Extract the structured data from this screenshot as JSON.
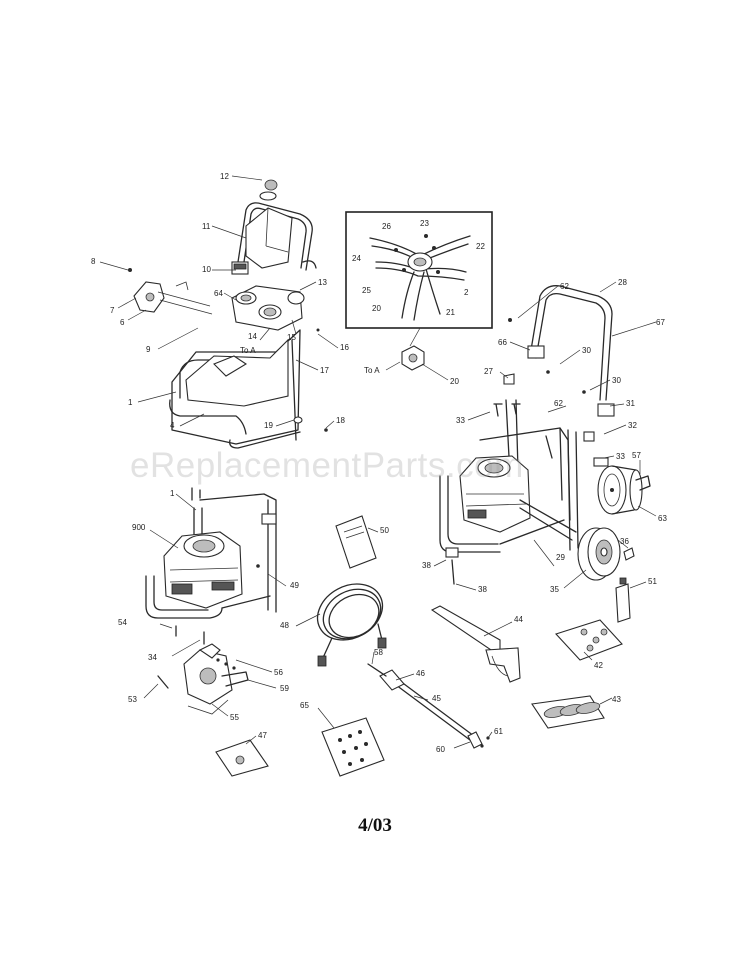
{
  "watermark": "eReplacementParts.com",
  "date_code": "4/03",
  "inset_reference": "To A",
  "parts": {
    "p1": "1",
    "p1b": "1",
    "p2": "2",
    "p4": "4",
    "p6": "6",
    "p7": "7",
    "p8": "8",
    "p9": "9",
    "p10": "10",
    "p11": "11",
    "p12": "12",
    "p13": "13",
    "p14": "14",
    "p15": "15",
    "p16": "16",
    "p17": "17",
    "p18": "18",
    "p19": "19",
    "p20": "20",
    "p20b": "20",
    "p21": "21",
    "p22": "22",
    "p23": "23",
    "p24": "24",
    "p25": "25",
    "p26": "26",
    "p27": "27",
    "p28": "28",
    "p29": "29",
    "p30": "30",
    "p30b": "30",
    "p31": "31",
    "p32": "32",
    "p33": "33",
    "p33b": "33",
    "p34": "34",
    "p35": "35",
    "p36": "36",
    "p38": "38",
    "p38b": "38",
    "p42": "42",
    "p43": "43",
    "p44": "44",
    "p45": "45",
    "p46": "46",
    "p47": "47",
    "p48": "48",
    "p49": "49",
    "p50": "50",
    "p51": "51",
    "p53": "53",
    "p54": "54",
    "p55": "55",
    "p56": "56",
    "p57": "57",
    "p58": "58",
    "p59": "59",
    "p60": "60",
    "p61": "61",
    "p62": "62",
    "p62b": "62",
    "p63": "63",
    "p64": "64",
    "p65": "65",
    "p66": "66",
    "p67": "67",
    "p900": "900"
  }
}
